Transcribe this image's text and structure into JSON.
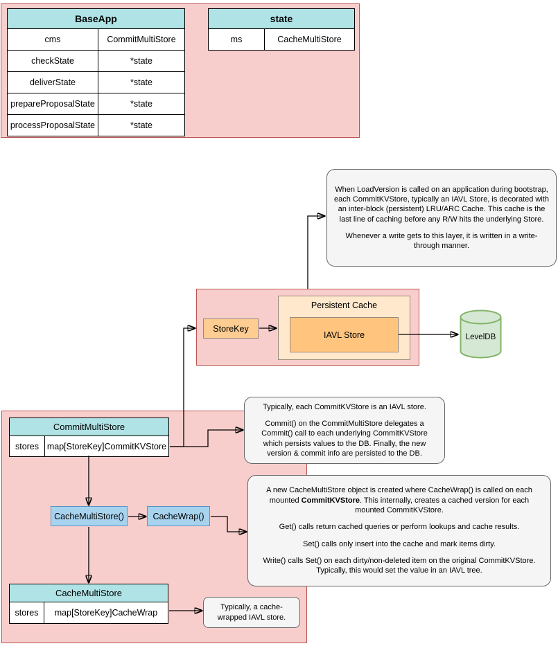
{
  "baseapp": {
    "title": "BaseApp",
    "rows": [
      [
        "cms",
        "CommitMultiStore"
      ],
      [
        "checkState",
        "*state"
      ],
      [
        "deliverState",
        "*state"
      ],
      [
        "prepareProposalState",
        "*state"
      ],
      [
        "processProposalState",
        "*state"
      ]
    ]
  },
  "state": {
    "title": "state",
    "rows": [
      [
        "ms",
        "CacheMultiStore"
      ]
    ]
  },
  "commit_multi_store": {
    "title": "CommitMultiStore",
    "rows": [
      [
        "stores",
        "map[StoreKey]CommitKVStore"
      ]
    ]
  },
  "cache_multi_store": {
    "title": "CacheMultiStore",
    "rows": [
      [
        "stores",
        "map[StoreKey]CacheWrap"
      ]
    ]
  },
  "boxes": {
    "store_key": "StoreKey",
    "persistent_cache": "Persistent Cache",
    "iavl_store": "IAVL Store",
    "leveldb": "LevelDB",
    "cache_multi_store_fn": "CacheMultiStore()",
    "cache_wrap_fn": "CacheWrap()"
  },
  "notes": {
    "load_version": {
      "p1": "When LoadVersion is called on an application during bootstrap, each CommitKVStore, typically an IAVL Store, is decorated with an inter-block (persistent) LRU/ARC Cache. This cache is the last line of caching before any R/W hits the underlying Store.",
      "p2": "Whenever a write gets to this layer, it is written in a write-through manner."
    },
    "commit": {
      "p1": "Typically, each CommitKVStore is an IAVL store.",
      "p2": "Commit() on the CommitMultiStore delegates a Commit() call to each underlying CommitKVStore which persists values to the DB. Finally, the new version & commit info are persisted to the DB."
    },
    "cache_wrap": {
      "p1_before": "A new CacheMultiStore object is created where CacheWrap() is called on each mounted ",
      "p1_bold": "CommitKVStore",
      "p1_after": ". This internally, creates a cached version for each mounted CommitKVStore.",
      "p2": "Get() calls return cached queries or perform lookups and cache results.",
      "p3": "Set() calls only insert into the cache and mark items dirty.",
      "p4": "Write() calls Set() on each dirty/non-deleted item on the original CommitKVStore. Typically, this would set the value in an IAVL tree."
    },
    "cache_wrapped": "Typically, a cache-wrapped IAVL store."
  },
  "colors": {
    "pink_fill": "#f8cecc",
    "pink_border": "#b85450",
    "teal_header": "#b0e3e6",
    "orange_fill": "#ffcc91",
    "orange_light_fill": "#ffe8cc",
    "orange_deep_fill": "#ffc57e",
    "blue_fill": "#a8d3ee",
    "blue_border": "#5a95c5",
    "green_fill": "#d5e8d4",
    "green_border": "#82b366",
    "note_fill": "#f5f5f5",
    "note_border": "#666666"
  }
}
